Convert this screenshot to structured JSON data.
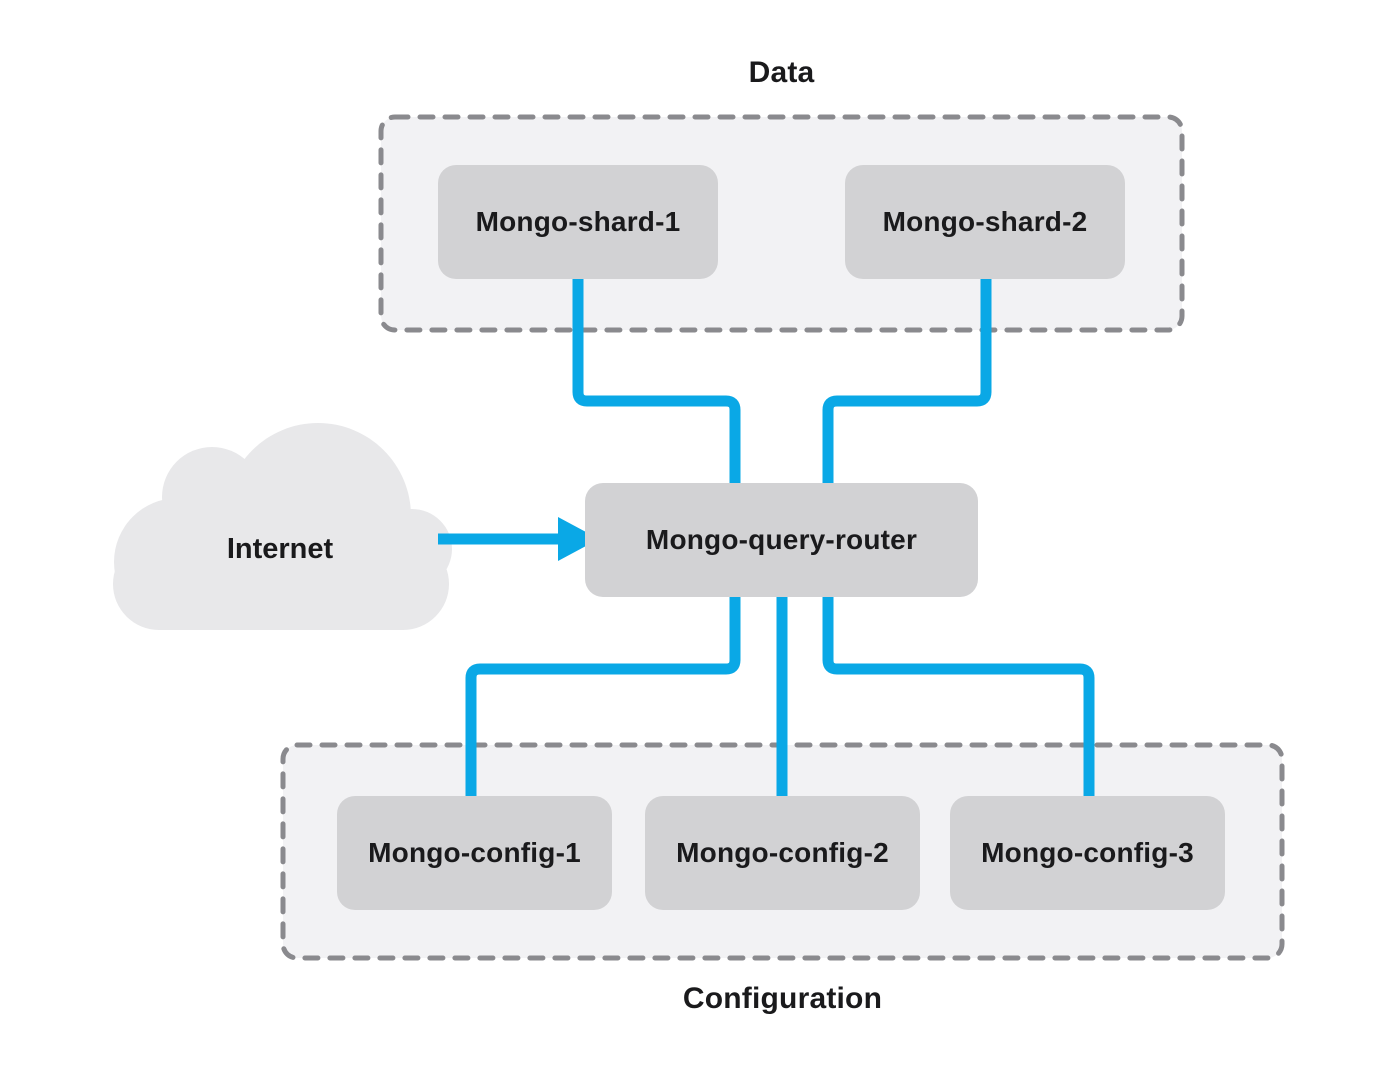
{
  "diagram": {
    "type": "architecture-diagram",
    "subject": "MongoDB sharded cluster",
    "groups": [
      {
        "id": "data",
        "label": "Data",
        "label_position": "top"
      },
      {
        "id": "configuration",
        "label": "Configuration",
        "label_position": "bottom"
      }
    ],
    "nodes": [
      {
        "id": "shard1",
        "label": "Mongo-shard-1",
        "group": "data"
      },
      {
        "id": "shard2",
        "label": "Mongo-shard-2",
        "group": "data"
      },
      {
        "id": "router",
        "label": "Mongo-query-router",
        "group": null
      },
      {
        "id": "config1",
        "label": "Mongo-config-1",
        "group": "configuration"
      },
      {
        "id": "config2",
        "label": "Mongo-config-2",
        "group": "configuration"
      },
      {
        "id": "config3",
        "label": "Mongo-config-3",
        "group": "configuration"
      }
    ],
    "external": {
      "id": "internet",
      "label": "Internet",
      "shape": "cloud"
    },
    "edges": [
      {
        "from": "shard1",
        "to": "router",
        "style": "elbow",
        "arrow": false
      },
      {
        "from": "shard2",
        "to": "router",
        "style": "elbow",
        "arrow": false
      },
      {
        "from": "internet",
        "to": "router",
        "style": "straight",
        "arrow": true
      },
      {
        "from": "router",
        "to": "config1",
        "style": "elbow",
        "arrow": false
      },
      {
        "from": "router",
        "to": "config2",
        "style": "straight",
        "arrow": false
      },
      {
        "from": "router",
        "to": "config3",
        "style": "elbow",
        "arrow": false
      }
    ],
    "colors": {
      "connector": "#0aa8e6",
      "node-fill": "#d2d2d4",
      "group-fill": "#f2f2f4",
      "group-border": "#8a8a8e",
      "cloud-fill": "#e8e8ea",
      "text": "#1a1a1c"
    }
  }
}
